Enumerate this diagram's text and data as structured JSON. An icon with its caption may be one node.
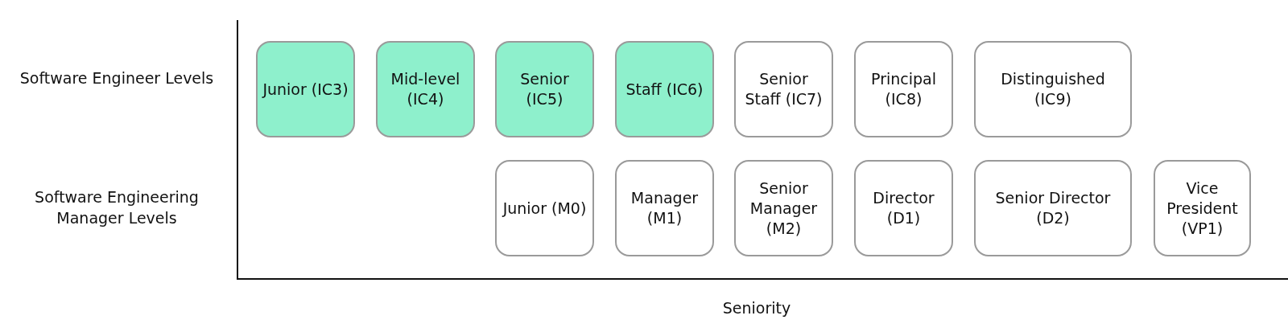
{
  "diagram": {
    "nodes": [
      {
        "text": [
          "Junior (IC3)"
        ]
      },
      {
        "text": [
          "Mid-level (IC4)"
        ]
      },
      {
        "text": [
          "Senior (IC5)"
        ]
      },
      {
        "text": [
          "Staff (IC6)"
        ]
      },
      {
        "text": [
          "Senior Staff (IC7)"
        ]
      },
      {
        "text": [
          "Principal (IC8)"
        ]
      },
      {
        "text": [
          "Distinguished (IC9)"
        ]
      },
      {
        "text": [
          "Junior (M0)"
        ]
      },
      {
        "text": [
          "Manager (M1)"
        ]
      },
      {
        "text": [
          "Senior Manager (M2)"
        ]
      },
      {
        "text": [
          "Director (D1)"
        ]
      },
      {
        "text": [
          "Senior Director (D2)"
        ]
      },
      {
        "text": [
          "Vice President (VP1)"
        ]
      }
    ],
    "labels": [
      "Software Engineer Levels",
      "Software Engineering Manager Levels",
      "Seniority"
    ]
  }
}
